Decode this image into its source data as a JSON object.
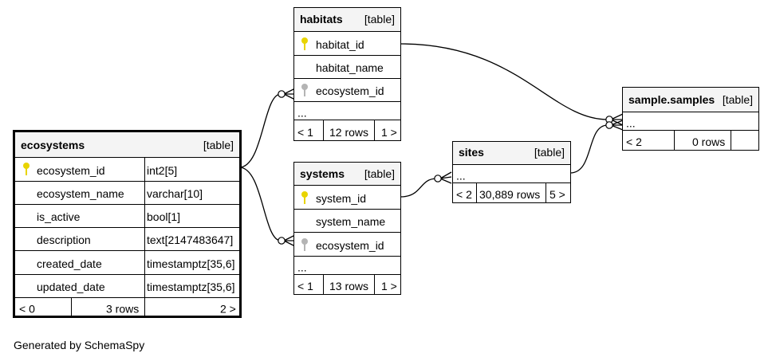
{
  "tables": {
    "ecosystems": {
      "name": "ecosystems",
      "type": "[table]",
      "columns": [
        {
          "name": "ecosystem_id",
          "type": "int2[5]",
          "key": "primary"
        },
        {
          "name": "ecosystem_name",
          "type": "varchar[10]",
          "key": ""
        },
        {
          "name": "is_active",
          "type": "bool[1]",
          "key": ""
        },
        {
          "name": "description",
          "type": "text[2147483647]",
          "key": ""
        },
        {
          "name": "created_date",
          "type": "timestamptz[35,6]",
          "key": ""
        },
        {
          "name": "updated_date",
          "type": "timestamptz[35,6]",
          "key": ""
        }
      ],
      "footer": {
        "left": "< 0",
        "rows": "3 rows",
        "right": "2 >"
      }
    },
    "habitats": {
      "name": "habitats",
      "type": "[table]",
      "columns": [
        {
          "name": "habitat_id",
          "key": "primary"
        },
        {
          "name": "habitat_name",
          "key": ""
        },
        {
          "name": "ecosystem_id",
          "key": "foreign"
        },
        {
          "name": "...",
          "key": ""
        }
      ],
      "footer": {
        "left": "< 1",
        "rows": "12 rows",
        "right": "1 >"
      }
    },
    "systems": {
      "name": "systems",
      "type": "[table]",
      "columns": [
        {
          "name": "system_id",
          "key": "primary"
        },
        {
          "name": "system_name",
          "key": ""
        },
        {
          "name": "ecosystem_id",
          "key": "foreign"
        },
        {
          "name": "...",
          "key": ""
        }
      ],
      "footer": {
        "left": "< 1",
        "rows": "13 rows",
        "right": "1 >"
      }
    },
    "sites": {
      "name": "sites",
      "type": "[table]",
      "columns": [
        {
          "name": "...",
          "key": ""
        }
      ],
      "footer": {
        "left": "< 2",
        "rows": "30,889 rows",
        "right": "5 >"
      }
    },
    "samples": {
      "name": "sample.samples",
      "type": "[table]",
      "columns": [
        {
          "name": "...",
          "key": ""
        }
      ],
      "footer": {
        "left": "< 2",
        "rows": "0 rows",
        "right": ""
      }
    }
  },
  "colors": {
    "primary_key": "#e8d400",
    "foreign_key": "#b4b4b4",
    "header_bg": "#f4f4f4"
  },
  "footer_text": "Generated by SchemaSpy"
}
